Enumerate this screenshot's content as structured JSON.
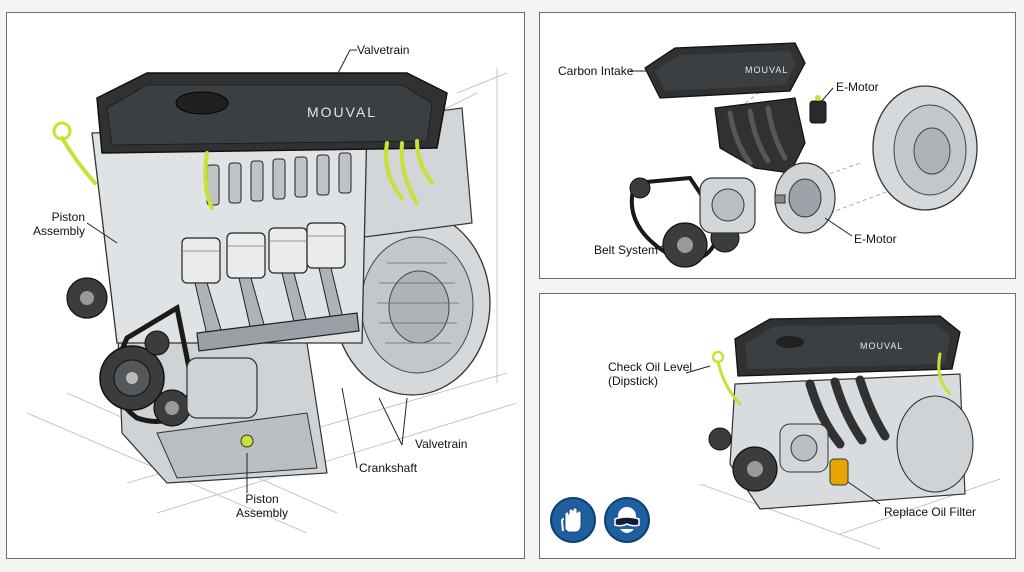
{
  "brand_mark": "MOUVAL",
  "colors": {
    "cover_dark": "#2f3133",
    "metal_light": "#d9dcdf",
    "metal_mid": "#a9aeb3",
    "highlight_yellow": "#c8e234",
    "ppe_blue": "#1f5fa0",
    "leader_line": "#222222"
  },
  "main_panel": {
    "labels": {
      "valvetrain_top": "Valvetrain",
      "piston_assembly_left": "Piston\nAssembly",
      "valvetrain_bottom": "Valvetrain",
      "crankshaft": "Crankshaft",
      "piston_assembly_bottom": "Piston\nAssembly"
    }
  },
  "exploded_panel": {
    "labels": {
      "carbon_intake": "Carbon Intake",
      "e_motor_top": "E-Motor",
      "belt_system": "Belt System",
      "e_motor_bottom": "E-Motor"
    }
  },
  "service_panel": {
    "labels": {
      "check_oil_level": "Check Oil Level\n(Dipstick)",
      "replace_oil_filter": "Replace Oil Filter"
    },
    "ppe_icons": [
      "gloves-icon",
      "safety-goggles-icon"
    ]
  }
}
